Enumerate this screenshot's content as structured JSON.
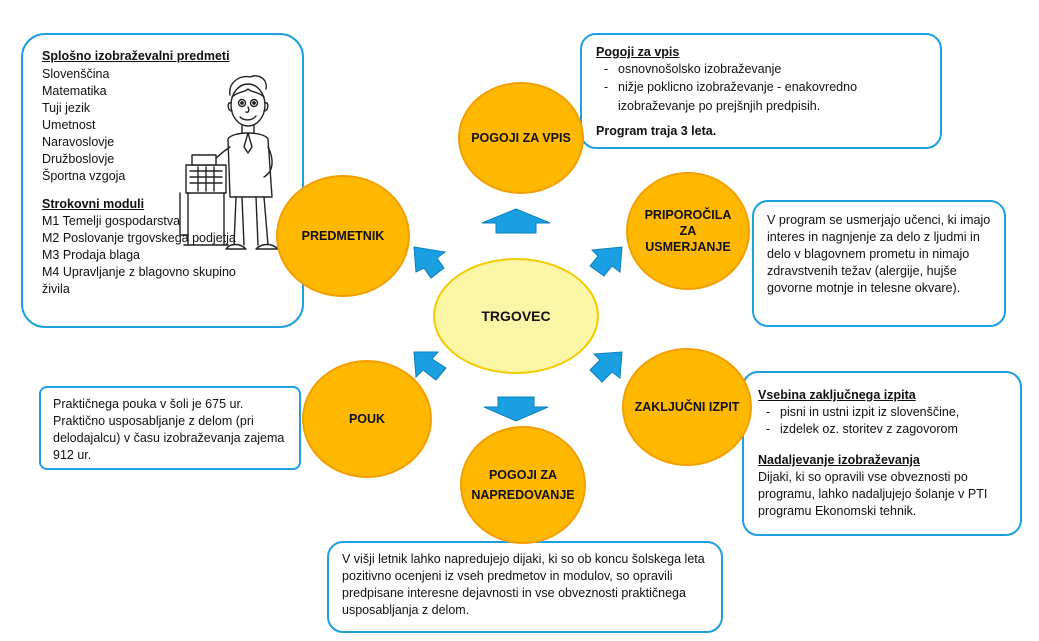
{
  "center": "TRGOVEC",
  "bubbles": {
    "vpis": "POGOJI ZA VPIS",
    "priporocila": [
      "PRIPOROČILA",
      "ZA",
      "USMERJANJE"
    ],
    "zakljucni": "ZAKLJUČNI IZPIT",
    "napredovanje": [
      "POGOJI ZA",
      "NAPREDOVANJE"
    ],
    "pouk": "POUK",
    "predmetnik": "PREDMETNIK"
  },
  "predmetnik_box": {
    "heading1": "Splošno izobraževalni predmeti",
    "subjects": [
      "Slovenščina",
      "Matematika",
      "Tuji jezik",
      "Umetnost",
      "Naravoslovje",
      "Družboslovje",
      "Športna vzgoja"
    ],
    "heading2": "Strokovni moduli",
    "modules": [
      "M1  Temelji gospodarstva",
      "M2  Poslovanje trgovskega podjetja",
      "M3  Prodaja blaga",
      "M4  Upravljanje z blagovno skupino",
      "živila"
    ]
  },
  "vpis_box": {
    "heading": "Pogoji  za vpis",
    "items": [
      "osnovnošolsko izobraževanje",
      "nižje poklicno izobraževanje - enakovredno izobraževanje po prejšnjih predpisih."
    ],
    "duration": "Program traja 3 leta."
  },
  "priporocila_box": {
    "text": "V program se usmerjajo učenci, ki imajo interes in nagnjenje za delo z ljudmi in delo v blagovnem prometu in nimajo zdravstvenih težav (alergije, hujše govorne motnje in telesne okvare)."
  },
  "zakljucni_box": {
    "heading1": "Vsebina zaključnega izpita",
    "items": [
      "pisni in ustni izpit iz slovenščine,",
      "izdelek oz. storitev z zagovorom"
    ],
    "heading2": "Nadaljevanje izobraževanja",
    "text": "Dijaki, ki so opravili vse obveznosti po programu, lahko nadaljujejo šolanje  v PTI programu Ekonomski tehnik."
  },
  "pouk_box": {
    "text": "Praktičnega pouka v šoli je 675  ur. Praktično usposabljanje z delom (pri delodajalcu) v času izobraževanja zajema 912  ur."
  },
  "napredovanje_box": {
    "text": "V višji letnik lahko napredujejo dijaki, ki so ob koncu šolskega leta pozitivno ocenjeni iz vseh predmetov in modulov, so opravili predpisane interesne dejavnosti in vse obveznosti praktičnega usposabljanja z delom."
  },
  "colors": {
    "bubble": "#ffb800",
    "center": "#fbf5a6",
    "border": "#1d9fe0",
    "arrow": "#1aa0e2"
  },
  "illustration": "cashier-cartoon"
}
